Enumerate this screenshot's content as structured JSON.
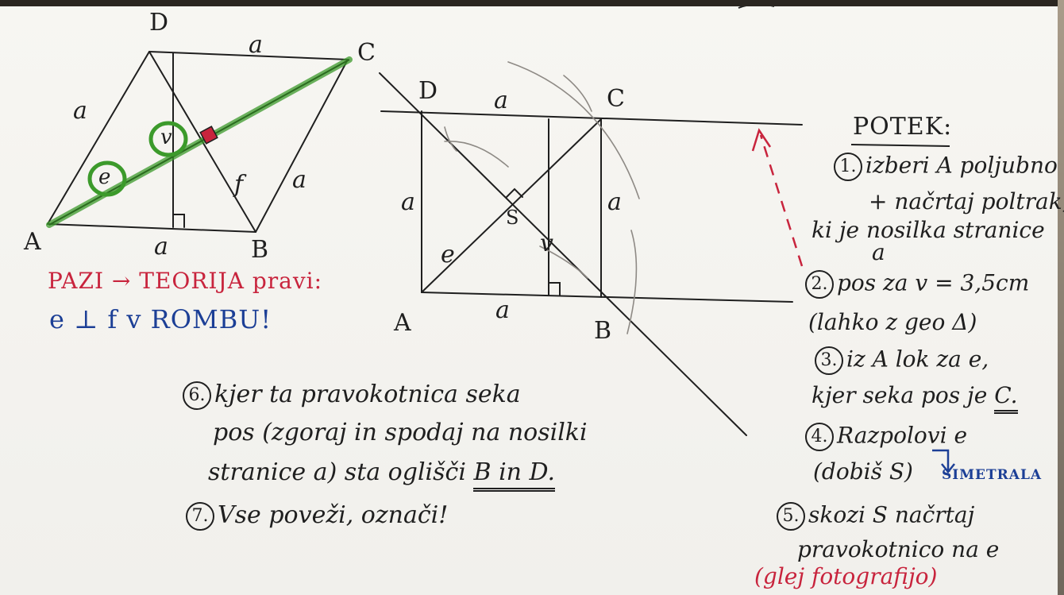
{
  "left_figure": {
    "vertices": {
      "a": "A",
      "b": "B",
      "c": "C",
      "d": "D"
    },
    "sides": {
      "top": "a",
      "left": "a",
      "right": "a",
      "bottom": "a"
    },
    "diag_e": "e",
    "diag_f": "f",
    "height": "v"
  },
  "right_figure": {
    "vertices": {
      "a": "A",
      "b": "B",
      "c": "C",
      "d": "D",
      "s": "S"
    },
    "sides": {
      "top": "a",
      "left": "a",
      "right": "a",
      "bottom": "a"
    },
    "diag_e": "e",
    "height": "v"
  },
  "note": {
    "line1": "PAZI → TEORIJA pravi:",
    "line2": "e ⊥ f v ROMBU!"
  },
  "procedure": {
    "title": "POTEK:",
    "step1": {
      "num": "1.",
      "line1": "izberi A poljubno",
      "line2": "+ načrtaj poltrak,",
      "line3": "ki je nosilka stranice",
      "line4": "a"
    },
    "step2": {
      "num": "2.",
      "line1": "pos za v = 3,5cm",
      "line2": "(lahko z geo Δ)"
    },
    "step3": {
      "num": "3.",
      "line1": "iz A lok za e,",
      "line2_pre": "kjer seka pos je",
      "line2_u": "C."
    },
    "step4": {
      "num": "4.",
      "line1": "Razpolovi e",
      "line2": "(dobiš S)",
      "tag": "SIMETRALA"
    },
    "step5": {
      "num": "5.",
      "line1": "skozi S načrtaj",
      "line2": "pravokotnico na e",
      "line3": "(glej fotografijo)"
    },
    "step6": {
      "num": "6.",
      "line1": "kjer ta pravokotnica seka",
      "line2": "pos (zgoraj in spodaj na nosilki",
      "line3_pre": "stranice a) sta oglišči",
      "line3_u": "B in D."
    },
    "step7": {
      "num": "7.",
      "line1": "Vse poveži, označi!"
    }
  },
  "colors": {
    "ink": "#1f1f1f",
    "green": "#3c9a2b",
    "red": "#c8243d",
    "blue": "#1c3f96"
  }
}
